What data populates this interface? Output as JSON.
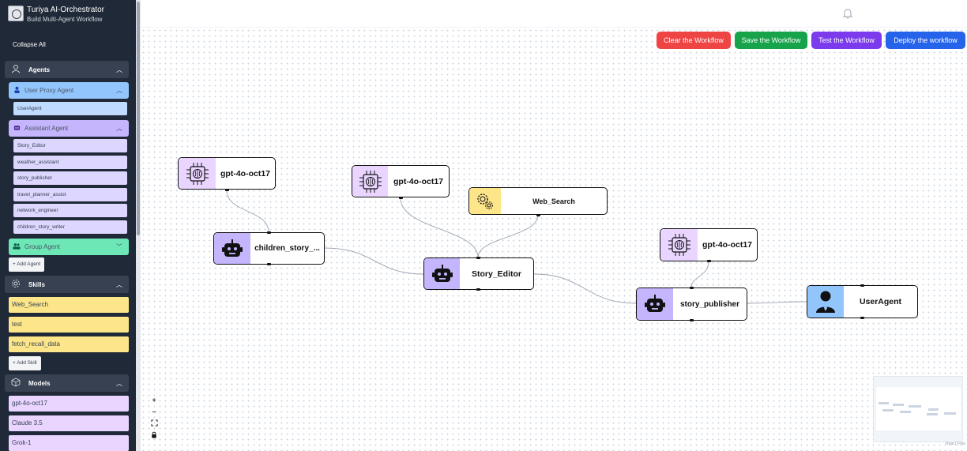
{
  "app": {
    "title": "Turiya AI-Orchestrator",
    "subtitle": "Build Multi-Agent Workflow"
  },
  "sidebar": {
    "collapse_all": "Collapse All",
    "agents": {
      "label": "Agents",
      "user_proxy": {
        "label": "User Proxy Agent",
        "items": [
          "UserAgent"
        ]
      },
      "assistant": {
        "label": "Assistant Agent",
        "items": [
          "Story_Editor",
          "weather_assistant",
          "story_publisher",
          "travel_planner_assist",
          "network_engineer",
          "children_story_writer"
        ]
      },
      "group": {
        "label": "Group Agent"
      },
      "add_label": "+ Add Agent"
    },
    "skills": {
      "label": "Skills",
      "items": [
        "Web_Search",
        "test",
        "fetch_recall_data"
      ],
      "add_label": "+ Add Skill"
    },
    "models": {
      "label": "Models",
      "items": [
        "gpt-4o-oct17",
        "Claude 3.5",
        "Grok-1"
      ]
    }
  },
  "actions": {
    "clear": "Clear the Workflow",
    "save": "Save the Workflow",
    "test": "Test the Workflow",
    "deploy": "Deploy the workflow"
  },
  "nodes": {
    "model_a": "gpt-4o-oct17",
    "model_b": "gpt-4o-oct17",
    "skill": "Web_Search",
    "writer": "children_story_...",
    "editor": "Story_Editor",
    "model_c": "gpt-4o-oct17",
    "publisher": "story_publisher",
    "user": "UserAgent"
  },
  "controls": {
    "zoom_in": "+",
    "zoom_out": "−"
  },
  "attribution": "React Flow",
  "colors": {
    "sidebar_bg": "#1f2937",
    "agent_user": "#93c5fd",
    "agent_assistant": "#c4b5fd",
    "agent_group": "#6ee7b7",
    "skill": "#fde68a",
    "model": "#e9d5ff",
    "clear": "#ef4444",
    "save": "#16a34a",
    "test": "#7c3aed",
    "deploy": "#2563eb"
  }
}
